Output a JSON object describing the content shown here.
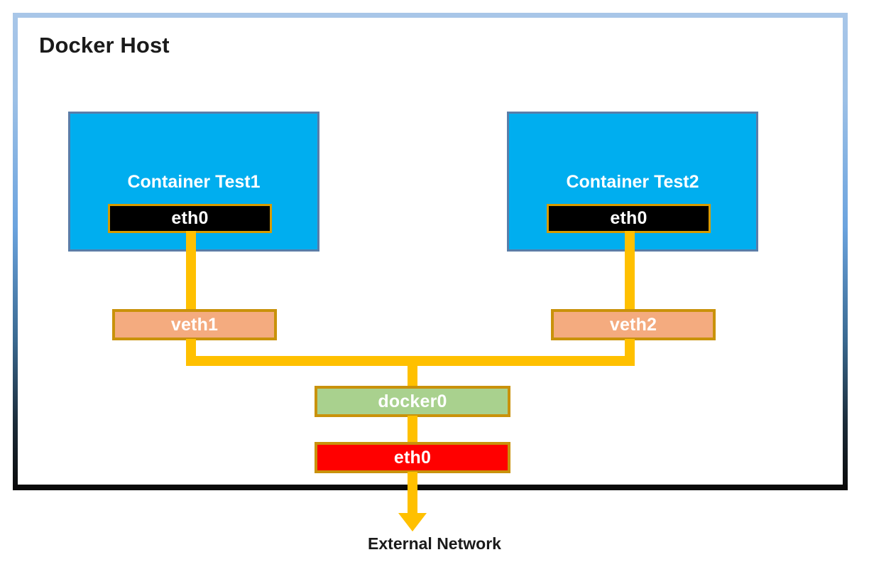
{
  "diagram": {
    "title": "Docker Host",
    "external_label": "External Network",
    "containers": [
      {
        "name": "Container Test1",
        "interface": "eth0"
      },
      {
        "name": "Container Test2",
        "interface": "eth0"
      }
    ],
    "veths": [
      {
        "label": "veth1"
      },
      {
        "label": "veth2"
      }
    ],
    "bridge": {
      "label": "docker0"
    },
    "host_interface": {
      "label": "eth0"
    },
    "colors": {
      "host_border_top": "#a8c6e8",
      "host_border_bottom": "#0a0a0a",
      "container_fill": "#00AEEF",
      "container_border": "#5a7da8",
      "interface_fill": "#000000",
      "interface_border": "#D79B00",
      "veth_fill": "#F4AB7F",
      "veth_border": "#C9920B",
      "bridge_fill": "#A9D18E",
      "bridge_border": "#C9920B",
      "host_eth_fill": "#FF0000",
      "host_eth_border": "#C9920B",
      "wire": "#FFC000"
    }
  }
}
